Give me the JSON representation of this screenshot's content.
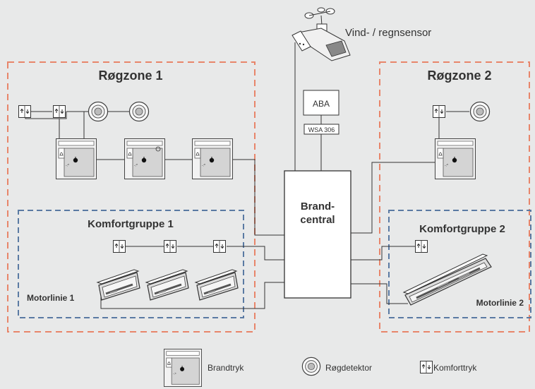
{
  "zones": {
    "smoke_zone_1": "Røgzone 1",
    "smoke_zone_2": "Røgzone 2",
    "comfort_group_1": "Komfortgruppe 1",
    "comfort_group_2": "Komfortgruppe 2",
    "motor_line_1": "Motorlinie 1",
    "motor_line_2": "Motorlinie 2"
  },
  "central": {
    "line1": "Brand-",
    "line2": "central"
  },
  "sensor": {
    "label": "Vind- / regnsensor"
  },
  "aba": {
    "label": "ABA",
    "module": "WSA 306"
  },
  "legend": {
    "fire_button": "Brandtryk",
    "smoke_detector": "Røgdetektor",
    "comfort_switch": "Komforttryk"
  },
  "colors": {
    "background": "#e8e9e9",
    "smoke_zone_border": "#e8856a",
    "comfort_group_border": "#5a7aa3",
    "line": "#333333"
  }
}
